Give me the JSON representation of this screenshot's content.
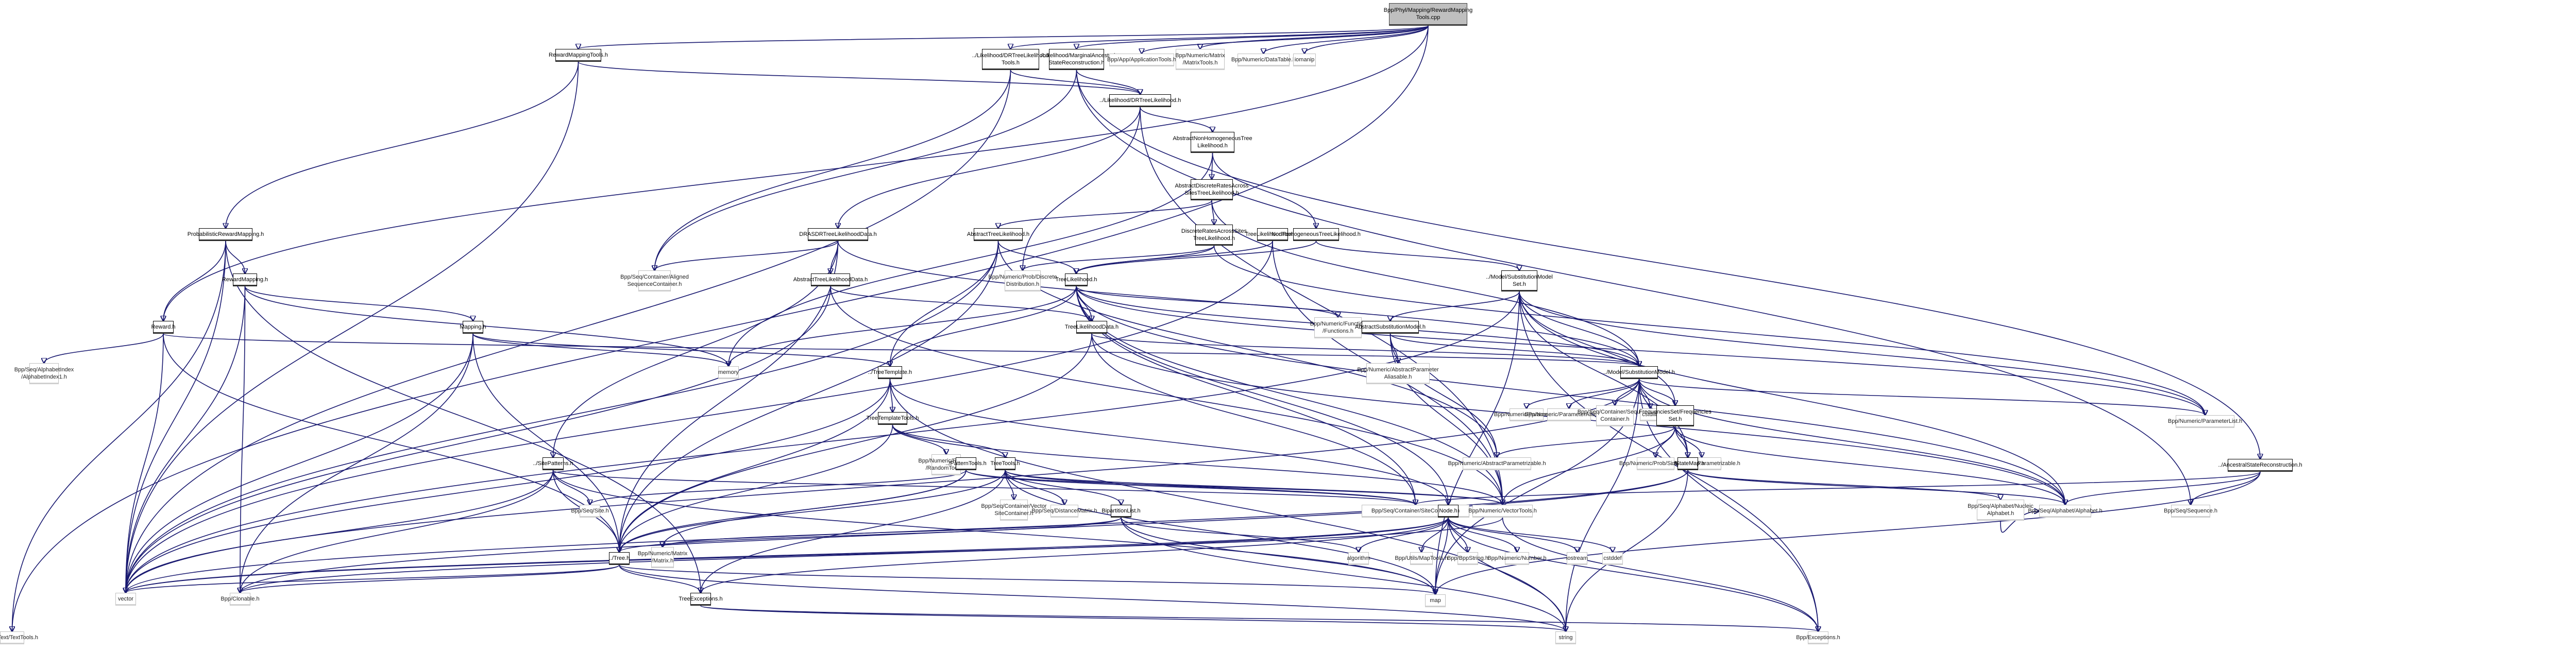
{
  "title": "Bpp/Phyl/Mapping/RewardMappingTools.cpp include dependency graph",
  "colors": {
    "edge": "#191970",
    "root_fill": "#bfbfbf",
    "local_border": "#000000",
    "external_border": "#bfbfbf"
  },
  "nodes": [
    {
      "id": "root",
      "label": "Bpp/Phyl/Mapping/RewardMapping\nTools.cpp",
      "kind": "root"
    },
    {
      "id": "rmt",
      "label": "RewardMappingTools.h",
      "kind": "local"
    },
    {
      "id": "drtlt",
      "label": "../Likelihood/DRTreeLikelihood\nTools.h",
      "kind": "local"
    },
    {
      "id": "masr",
      "label": "../Likelihood/MarginalAncestral\nStateReconstruction.h",
      "kind": "local"
    },
    {
      "id": "apptools",
      "label": "Bpp/App/ApplicationTools.h",
      "kind": "ext"
    },
    {
      "id": "matrixtools",
      "label": "Bpp/Numeric/Matrix\n/MatrixTools.h",
      "kind": "ext"
    },
    {
      "id": "datatable",
      "label": "Bpp/Numeric/DataTable.h",
      "kind": "ext"
    },
    {
      "id": "iomanip",
      "label": "iomanip",
      "kind": "ext"
    },
    {
      "id": "drtl",
      "label": "../Likelihood/DRTreeLikelihood.h",
      "kind": "local"
    },
    {
      "id": "anhtl",
      "label": "AbstractNonHomogeneousTree\nLikelihood.h",
      "kind": "local"
    },
    {
      "id": "adrastl",
      "label": "AbstractDiscreteRatesAcross\nSitesTreeLikelihood.h",
      "kind": "local"
    },
    {
      "id": "prm",
      "label": "ProbabilisticRewardMapping.h",
      "kind": "local"
    },
    {
      "id": "drasdr",
      "label": "DRASDRTreeLikelihoodData.h",
      "kind": "local"
    },
    {
      "id": "atl",
      "label": "AbstractTreeLikelihood.h",
      "kind": "local"
    },
    {
      "id": "drastl",
      "label": "DiscreteRatesAcrossSites\nTreeLikelihood.h",
      "kind": "local"
    },
    {
      "id": "tlt",
      "label": "TreeLikelihoodTools.h",
      "kind": "local"
    },
    {
      "id": "nhtl",
      "label": "NonHomogeneousTreeLikelihood.h",
      "kind": "local"
    },
    {
      "id": "aligned",
      "label": "Bpp/Seq/Container/Aligned\nSequenceContainer.h",
      "kind": "ext"
    },
    {
      "id": "rm",
      "label": "RewardMapping.h",
      "kind": "local"
    },
    {
      "id": "atld",
      "label": "AbstractTreeLikelihoodData.h",
      "kind": "local"
    },
    {
      "id": "discdist",
      "label": "Bpp/Numeric/Prob/Discrete\nDistribution.h",
      "kind": "ext"
    },
    {
      "id": "tl",
      "label": "TreeLikelihood.h",
      "kind": "local"
    },
    {
      "id": "sms",
      "label": "../Model/SubstitutionModel\nSet.h",
      "kind": "local"
    },
    {
      "id": "reward",
      "label": "Reward.h",
      "kind": "local"
    },
    {
      "id": "mapping",
      "label": "Mapping.h",
      "kind": "local"
    },
    {
      "id": "tld",
      "label": "TreeLikelihoodData.h",
      "kind": "local"
    },
    {
      "id": "functions",
      "label": "Bpp/Numeric/Function\n/Functions.h",
      "kind": "ext"
    },
    {
      "id": "asm",
      "label": "AbstractSubstitutionModel.h",
      "kind": "local"
    },
    {
      "id": "memory",
      "label": "memory",
      "kind": "ext"
    },
    {
      "id": "aidx",
      "label": "Bpp/Seq/AlphabetIndex\n/AlphabetIndex1.h",
      "kind": "ext"
    },
    {
      "id": "treetpl",
      "label": "../TreeTemplate.h",
      "kind": "local"
    },
    {
      "id": "apalias",
      "label": "Bpp/Numeric/AbstractParameter\nAliasable.h",
      "kind": "ext"
    },
    {
      "id": "sm",
      "label": "../Model/SubstitutionModel.h",
      "kind": "local"
    },
    {
      "id": "ttt",
      "label": "TreeTemplateTools.h",
      "kind": "local"
    },
    {
      "id": "param",
      "label": "Bpp/Numeric/Parameter.h",
      "kind": "ext"
    },
    {
      "id": "palias",
      "label": "Bpp/Numeric/ParameterAliasable.h",
      "kind": "ext"
    },
    {
      "id": "seqcont",
      "label": "Bpp/Seq/Container/Sequence\nContainer.h",
      "kind": "ext"
    },
    {
      "id": "cstdlib",
      "label": "cstdlib",
      "kind": "ext"
    },
    {
      "id": "freqset",
      "label": "FrequenciesSet/Frequencies\nSet.h",
      "kind": "local"
    },
    {
      "id": "plist",
      "label": "Bpp/Numeric/ParameterList.h",
      "kind": "ext"
    },
    {
      "id": "randtools",
      "label": "Bpp/Numeric/Random\n/RandomTools.h",
      "kind": "ext"
    },
    {
      "id": "aparam",
      "label": "Bpp/Numeric/AbstractParametrizable.h",
      "kind": "ext"
    },
    {
      "id": "parametrizable",
      "label": "Bpp/Numeric/Parametrizable.h",
      "kind": "ext"
    },
    {
      "id": "simplex",
      "label": "Bpp/Numeric/Prob/Simplex.h",
      "kind": "ext"
    },
    {
      "id": "statemap",
      "label": "../StateMap.h",
      "kind": "local"
    },
    {
      "id": "asr",
      "label": "../AncestralStateReconstruction.h",
      "kind": "local"
    },
    {
      "id": "sitepat",
      "label": "../SitePatterns.h",
      "kind": "local"
    },
    {
      "id": "pattools",
      "label": "../PatternTools.h",
      "kind": "local"
    },
    {
      "id": "treetools",
      "label": "TreeTools.h",
      "kind": "local"
    },
    {
      "id": "site",
      "label": "Bpp/Seq/Site.h",
      "kind": "ext"
    },
    {
      "id": "vsc",
      "label": "Bpp/Seq/Container/Vector\nSiteContainer.h",
      "kind": "ext"
    },
    {
      "id": "distmat",
      "label": "Bpp/Seq/DistanceMatrix.h",
      "kind": "ext"
    },
    {
      "id": "bipart",
      "label": "BipartitionList.h",
      "kind": "local"
    },
    {
      "id": "sitecont",
      "label": "Bpp/Seq/Container/SiteContainer.h",
      "kind": "ext"
    },
    {
      "id": "vectools",
      "label": "Bpp/Numeric/VectorTools.h",
      "kind": "ext"
    },
    {
      "id": "node",
      "label": "Node.h",
      "kind": "local"
    },
    {
      "id": "nucalpha",
      "label": "Bpp/Seq/Alphabet/Nucleic\nAlphabet.h",
      "kind": "ext"
    },
    {
      "id": "alpha",
      "label": "Bpp/Seq/Alphabet/Alphabet.h",
      "kind": "ext"
    },
    {
      "id": "sequence",
      "label": "Bpp/Seq/Sequence.h",
      "kind": "ext"
    },
    {
      "id": "tree",
      "label": "../Tree.h",
      "kind": "local"
    },
    {
      "id": "matrix",
      "label": "Bpp/Numeric/Matrix\n/Matrix.h",
      "kind": "ext"
    },
    {
      "id": "algorithm",
      "label": "algorithm",
      "kind": "ext"
    },
    {
      "id": "maptools",
      "label": "Bpp/Utils/MapTools.h",
      "kind": "ext"
    },
    {
      "id": "bppstring",
      "label": "Bpp/BppString.h",
      "kind": "ext"
    },
    {
      "id": "number",
      "label": "Bpp/Numeric/Number.h",
      "kind": "ext"
    },
    {
      "id": "iostream",
      "label": "iostream",
      "kind": "ext"
    },
    {
      "id": "cstddef",
      "label": "cstddef",
      "kind": "ext"
    },
    {
      "id": "vector",
      "label": "vector",
      "kind": "ext"
    },
    {
      "id": "clonable",
      "label": "Bpp/Clonable.h",
      "kind": "ext"
    },
    {
      "id": "treeexc",
      "label": "TreeExceptions.h",
      "kind": "local"
    },
    {
      "id": "map",
      "label": "map",
      "kind": "ext"
    },
    {
      "id": "string",
      "label": "string",
      "kind": "ext"
    },
    {
      "id": "exceptions",
      "label": "Bpp/Exceptions.h",
      "kind": "ext"
    },
    {
      "id": "texttools",
      "label": "Bpp/Text/TextTools.h",
      "kind": "ext"
    }
  ],
  "edges": [
    [
      "root",
      "rmt"
    ],
    [
      "root",
      "drtlt"
    ],
    [
      "root",
      "masr"
    ],
    [
      "root",
      "apptools"
    ],
    [
      "root",
      "matrixtools"
    ],
    [
      "root",
      "datatable"
    ],
    [
      "root",
      "iomanip"
    ],
    [
      "root",
      "texttools"
    ],
    [
      "root",
      "reward"
    ],
    [
      "rmt",
      "drtl"
    ],
    [
      "rmt",
      "prm"
    ],
    [
      "rmt",
      "vector"
    ],
    [
      "drtlt",
      "drtl"
    ],
    [
      "drtlt",
      "aligned"
    ],
    [
      "drtlt",
      "vector"
    ],
    [
      "masr",
      "drtl"
    ],
    [
      "masr",
      "asr"
    ],
    [
      "masr",
      "aligned"
    ],
    [
      "masr",
      "sequence"
    ],
    [
      "drtl",
      "anhtl"
    ],
    [
      "drtl",
      "drasdr"
    ],
    [
      "drtl",
      "vectools"
    ],
    [
      "drtl",
      "discdist"
    ],
    [
      "anhtl",
      "adrastl"
    ],
    [
      "anhtl",
      "nhtl"
    ],
    [
      "anhtl",
      "memory"
    ],
    [
      "adrastl",
      "atl"
    ],
    [
      "adrastl",
      "drastl"
    ],
    [
      "adrastl",
      "sm"
    ],
    [
      "drastl",
      "discdist"
    ],
    [
      "drastl",
      "tl"
    ],
    [
      "drastl",
      "plist"
    ],
    [
      "tlt",
      "tl"
    ],
    [
      "tlt",
      "vectools"
    ],
    [
      "tlt",
      "vector"
    ],
    [
      "nhtl",
      "tl"
    ],
    [
      "nhtl",
      "sms"
    ],
    [
      "atl",
      "tl"
    ],
    [
      "atl",
      "treetpl"
    ],
    [
      "atl",
      "tree"
    ],
    [
      "atl",
      "aparam"
    ],
    [
      "atl",
      "vector"
    ],
    [
      "drasdr",
      "atld"
    ],
    [
      "drasdr",
      "aligned"
    ],
    [
      "drasdr",
      "sitepat"
    ],
    [
      "drasdr",
      "tree"
    ],
    [
      "drasdr",
      "sm"
    ],
    [
      "atld",
      "tld"
    ],
    [
      "atld",
      "vector"
    ],
    [
      "atld",
      "vectools"
    ],
    [
      "prm",
      "rm"
    ],
    [
      "prm",
      "reward"
    ],
    [
      "prm",
      "vector"
    ],
    [
      "prm",
      "treeexc"
    ],
    [
      "prm",
      "texttools"
    ],
    [
      "rm",
      "mapping"
    ],
    [
      "rm",
      "memory"
    ],
    [
      "rm",
      "vector"
    ],
    [
      "rm",
      "clonable"
    ],
    [
      "reward",
      "aidx"
    ],
    [
      "reward",
      "sm"
    ],
    [
      "reward",
      "vector"
    ],
    [
      "reward",
      "tree"
    ],
    [
      "mapping",
      "memory"
    ],
    [
      "mapping",
      "treetpl"
    ],
    [
      "mapping",
      "vector"
    ],
    [
      "mapping",
      "tree"
    ],
    [
      "mapping",
      "clonable"
    ],
    [
      "tl",
      "tld"
    ],
    [
      "tl",
      "sm"
    ],
    [
      "tl",
      "functions"
    ],
    [
      "tl",
      "memory"
    ],
    [
      "tl",
      "treetpl"
    ],
    [
      "tl",
      "alpha"
    ],
    [
      "tl",
      "plist"
    ],
    [
      "tl",
      "sitecont"
    ],
    [
      "tl",
      "vectools"
    ],
    [
      "tl",
      "node"
    ],
    [
      "tld",
      "sm"
    ],
    [
      "tld",
      "tree"
    ],
    [
      "tld",
      "sitecont"
    ],
    [
      "tld",
      "alpha"
    ],
    [
      "sms",
      "sm"
    ],
    [
      "sms",
      "asm"
    ],
    [
      "sms",
      "freqset"
    ],
    [
      "sms",
      "statemap"
    ],
    [
      "sms",
      "alpha"
    ],
    [
      "sms",
      "plist"
    ],
    [
      "sms",
      "vector"
    ],
    [
      "sms",
      "map"
    ],
    [
      "sms",
      "exceptions"
    ],
    [
      "asm",
      "apalias"
    ],
    [
      "asm",
      "sm"
    ],
    [
      "asm",
      "vectools"
    ],
    [
      "asm",
      "aparam"
    ],
    [
      "treetpl",
      "ttt"
    ],
    [
      "treetpl",
      "tree"
    ],
    [
      "treetpl",
      "node"
    ],
    [
      "treetpl",
      "vector"
    ],
    [
      "treetpl",
      "string"
    ],
    [
      "ttt",
      "treetools"
    ],
    [
      "ttt",
      "randtools"
    ],
    [
      "ttt",
      "tree"
    ],
    [
      "ttt",
      "vectools"
    ],
    [
      "sm",
      "param"
    ],
    [
      "sm",
      "palias"
    ],
    [
      "sm",
      "seqcont"
    ],
    [
      "sm",
      "cstdlib"
    ],
    [
      "sm",
      "freqset"
    ],
    [
      "sm",
      "statemap"
    ],
    [
      "sm",
      "plist"
    ],
    [
      "sm",
      "alpha"
    ],
    [
      "sm",
      "string"
    ],
    [
      "sm",
      "exceptions"
    ],
    [
      "sm",
      "vector"
    ],
    [
      "sm",
      "map"
    ],
    [
      "freqset",
      "aparam"
    ],
    [
      "freqset",
      "parametrizable"
    ],
    [
      "freqset",
      "simplex"
    ],
    [
      "freqset",
      "statemap"
    ],
    [
      "freqset",
      "alpha"
    ],
    [
      "freqset",
      "vectools"
    ],
    [
      "statemap",
      "nucalpha"
    ],
    [
      "statemap",
      "alpha"
    ],
    [
      "statemap",
      "vector"
    ],
    [
      "statemap",
      "string"
    ],
    [
      "statemap",
      "clonable"
    ],
    [
      "asr",
      "alpha"
    ],
    [
      "asr",
      "sequence"
    ],
    [
      "asr",
      "sitecont"
    ],
    [
      "asr",
      "map"
    ],
    [
      "sitepat",
      "site"
    ],
    [
      "sitepat",
      "tree"
    ],
    [
      "sitepat",
      "clonable"
    ],
    [
      "sitepat",
      "sitecont"
    ],
    [
      "sitepat",
      "vector"
    ],
    [
      "sitepat",
      "map"
    ],
    [
      "pattools",
      "site"
    ],
    [
      "pattools",
      "tree"
    ],
    [
      "pattools",
      "sitecont"
    ],
    [
      "pattools",
      "vectools"
    ],
    [
      "pattools",
      "matrix"
    ],
    [
      "treetools",
      "tree"
    ],
    [
      "treetools",
      "vsc"
    ],
    [
      "treetools",
      "distmat"
    ],
    [
      "treetools",
      "bipart"
    ],
    [
      "treetools",
      "sitecont"
    ],
    [
      "treetools",
      "treeexc"
    ],
    [
      "treetools",
      "vectools"
    ],
    [
      "treetools",
      "map"
    ],
    [
      "bipart",
      "tree"
    ],
    [
      "bipart",
      "matrix"
    ],
    [
      "bipart",
      "algorithm"
    ],
    [
      "bipart",
      "map"
    ],
    [
      "bipart",
      "string"
    ],
    [
      "tree",
      "clonable"
    ],
    [
      "tree",
      "treeexc"
    ],
    [
      "tree",
      "vector"
    ],
    [
      "tree",
      "string"
    ],
    [
      "tree",
      "map"
    ],
    [
      "node",
      "treeexc"
    ],
    [
      "node",
      "clonable"
    ],
    [
      "node",
      "bppstring"
    ],
    [
      "node",
      "number"
    ],
    [
      "node",
      "iostream"
    ],
    [
      "node",
      "cstddef"
    ],
    [
      "node",
      "algorithm"
    ],
    [
      "node",
      "maptools"
    ],
    [
      "node",
      "map"
    ],
    [
      "node",
      "vector"
    ],
    [
      "node",
      "string"
    ],
    [
      "node",
      "exceptions"
    ],
    [
      "treeexc",
      "exceptions"
    ],
    [
      "treeexc",
      "string"
    ],
    [
      "vectools",
      "vector"
    ],
    [
      "vectools",
      "exceptions"
    ],
    [
      "nucalpha",
      "alpha"
    ]
  ]
}
